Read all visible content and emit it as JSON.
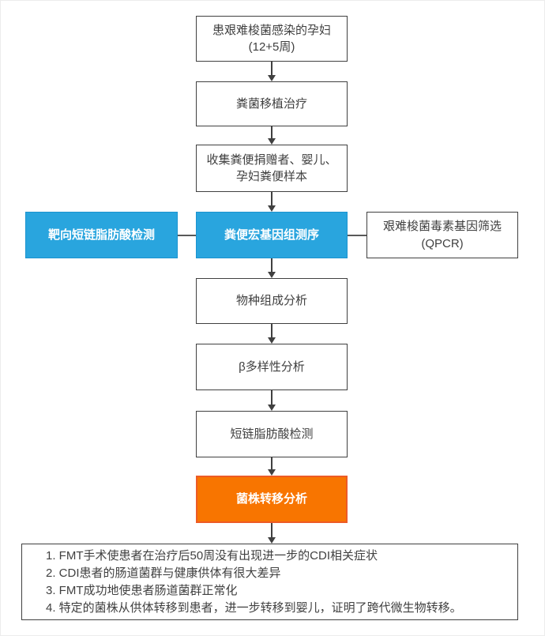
{
  "diagram": {
    "type": "flowchart",
    "accent_colors": {
      "blue": "#29A5DE",
      "orange": "#F87500",
      "line": "#404040"
    },
    "nodes": {
      "patient": {
        "line1": "患艰难梭菌感染的孕妇",
        "line2": "(12+5周)"
      },
      "fmt_treatment": {
        "label": "粪菌移植治疗"
      },
      "collect_samples": {
        "line1": "收集粪便捐赠者、婴儿、",
        "line2": "孕妇粪便样本"
      },
      "targeted_scfa": {
        "label": "靶向短链脂肪酸检测"
      },
      "metagenomic_sequencing": {
        "label": "粪便宏基因组测序"
      },
      "toxin_screening": {
        "line1": "艰难梭菌毒素基因筛选",
        "line2": "(QPCR)"
      },
      "species_composition": {
        "label": "物种组成分析"
      },
      "beta_diversity": {
        "label": "β多样性分析"
      },
      "scfa_detection": {
        "label": "短链脂肪酸检测"
      },
      "strain_transfer": {
        "label": "菌株转移分析"
      },
      "conclusions": {
        "items": [
          "1. FMT手术使患者在治疗后50周没有出现进一步的CDI相关症状",
          "2. CDI患者的肠道菌群与健康供体有很大差异",
          "3. FMT成功地使患者肠道菌群正常化",
          "4. 特定的菌株从供体转移到患者，进一步转移到婴儿，证明了跨代微生物转移。"
        ]
      }
    }
  }
}
